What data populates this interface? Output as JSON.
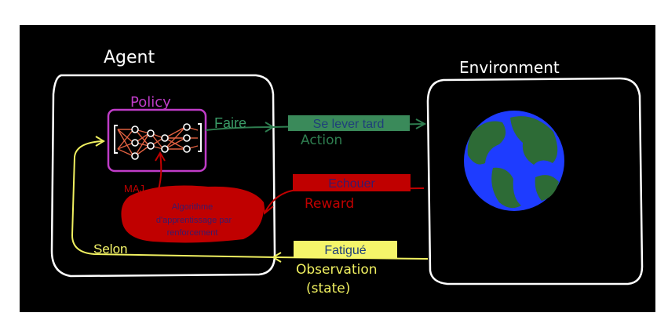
{
  "agent": {
    "title": "Agent",
    "policy_label": "Policy",
    "update_label": "MAJ",
    "algorithm_lines": [
      "Algorithme",
      "d'apprentissage par",
      "renforcement"
    ],
    "according_label": "Selon"
  },
  "environment": {
    "title": "Environment"
  },
  "action": {
    "verb": "Faire",
    "value": "Se lever tard",
    "caption": "Action"
  },
  "reward": {
    "value": "Echouer",
    "caption": "Reward"
  },
  "observation": {
    "value": "Fatigué",
    "caption_line1": "Observation",
    "caption_line2": "(state)"
  },
  "colors": {
    "background": "#000000",
    "outline": "#ffffff",
    "policy": "#c03cc8",
    "action": "#2e7d4f",
    "action_box": "#3a8a5a",
    "action_text": "#1f3f7a",
    "reward": "#c00000",
    "reward_text": "#3a1a6a",
    "observation": "#f5f56a",
    "observation_arrow": "#f0f060",
    "neurons": "#e06040",
    "earth_ocean": "#1e3cff",
    "earth_land": "#2d6b36"
  }
}
